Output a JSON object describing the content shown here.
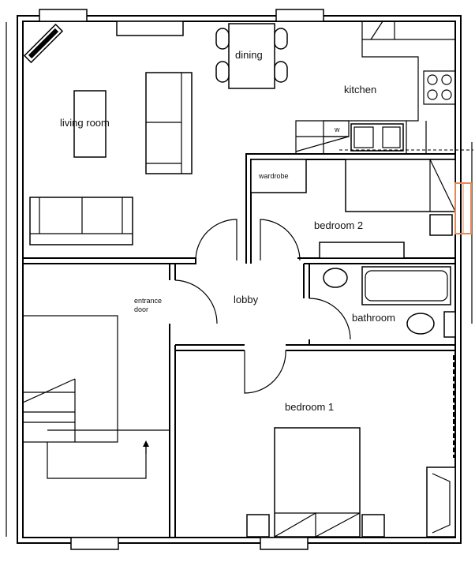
{
  "rooms": {
    "dining": "dining",
    "kitchen": "kitchen",
    "living_room": "living room",
    "washer": "w",
    "wardrobe": "wardrobe",
    "bedroom_2": "bedroom 2",
    "lobby": "lobby",
    "entrance_door_line1": "entrance",
    "entrance_door_line2": "door",
    "bathroom": "bathroom",
    "bedroom_1": "bedroom 1"
  },
  "colors": {
    "wall": "#000000",
    "radiator": "#e08a5a"
  }
}
